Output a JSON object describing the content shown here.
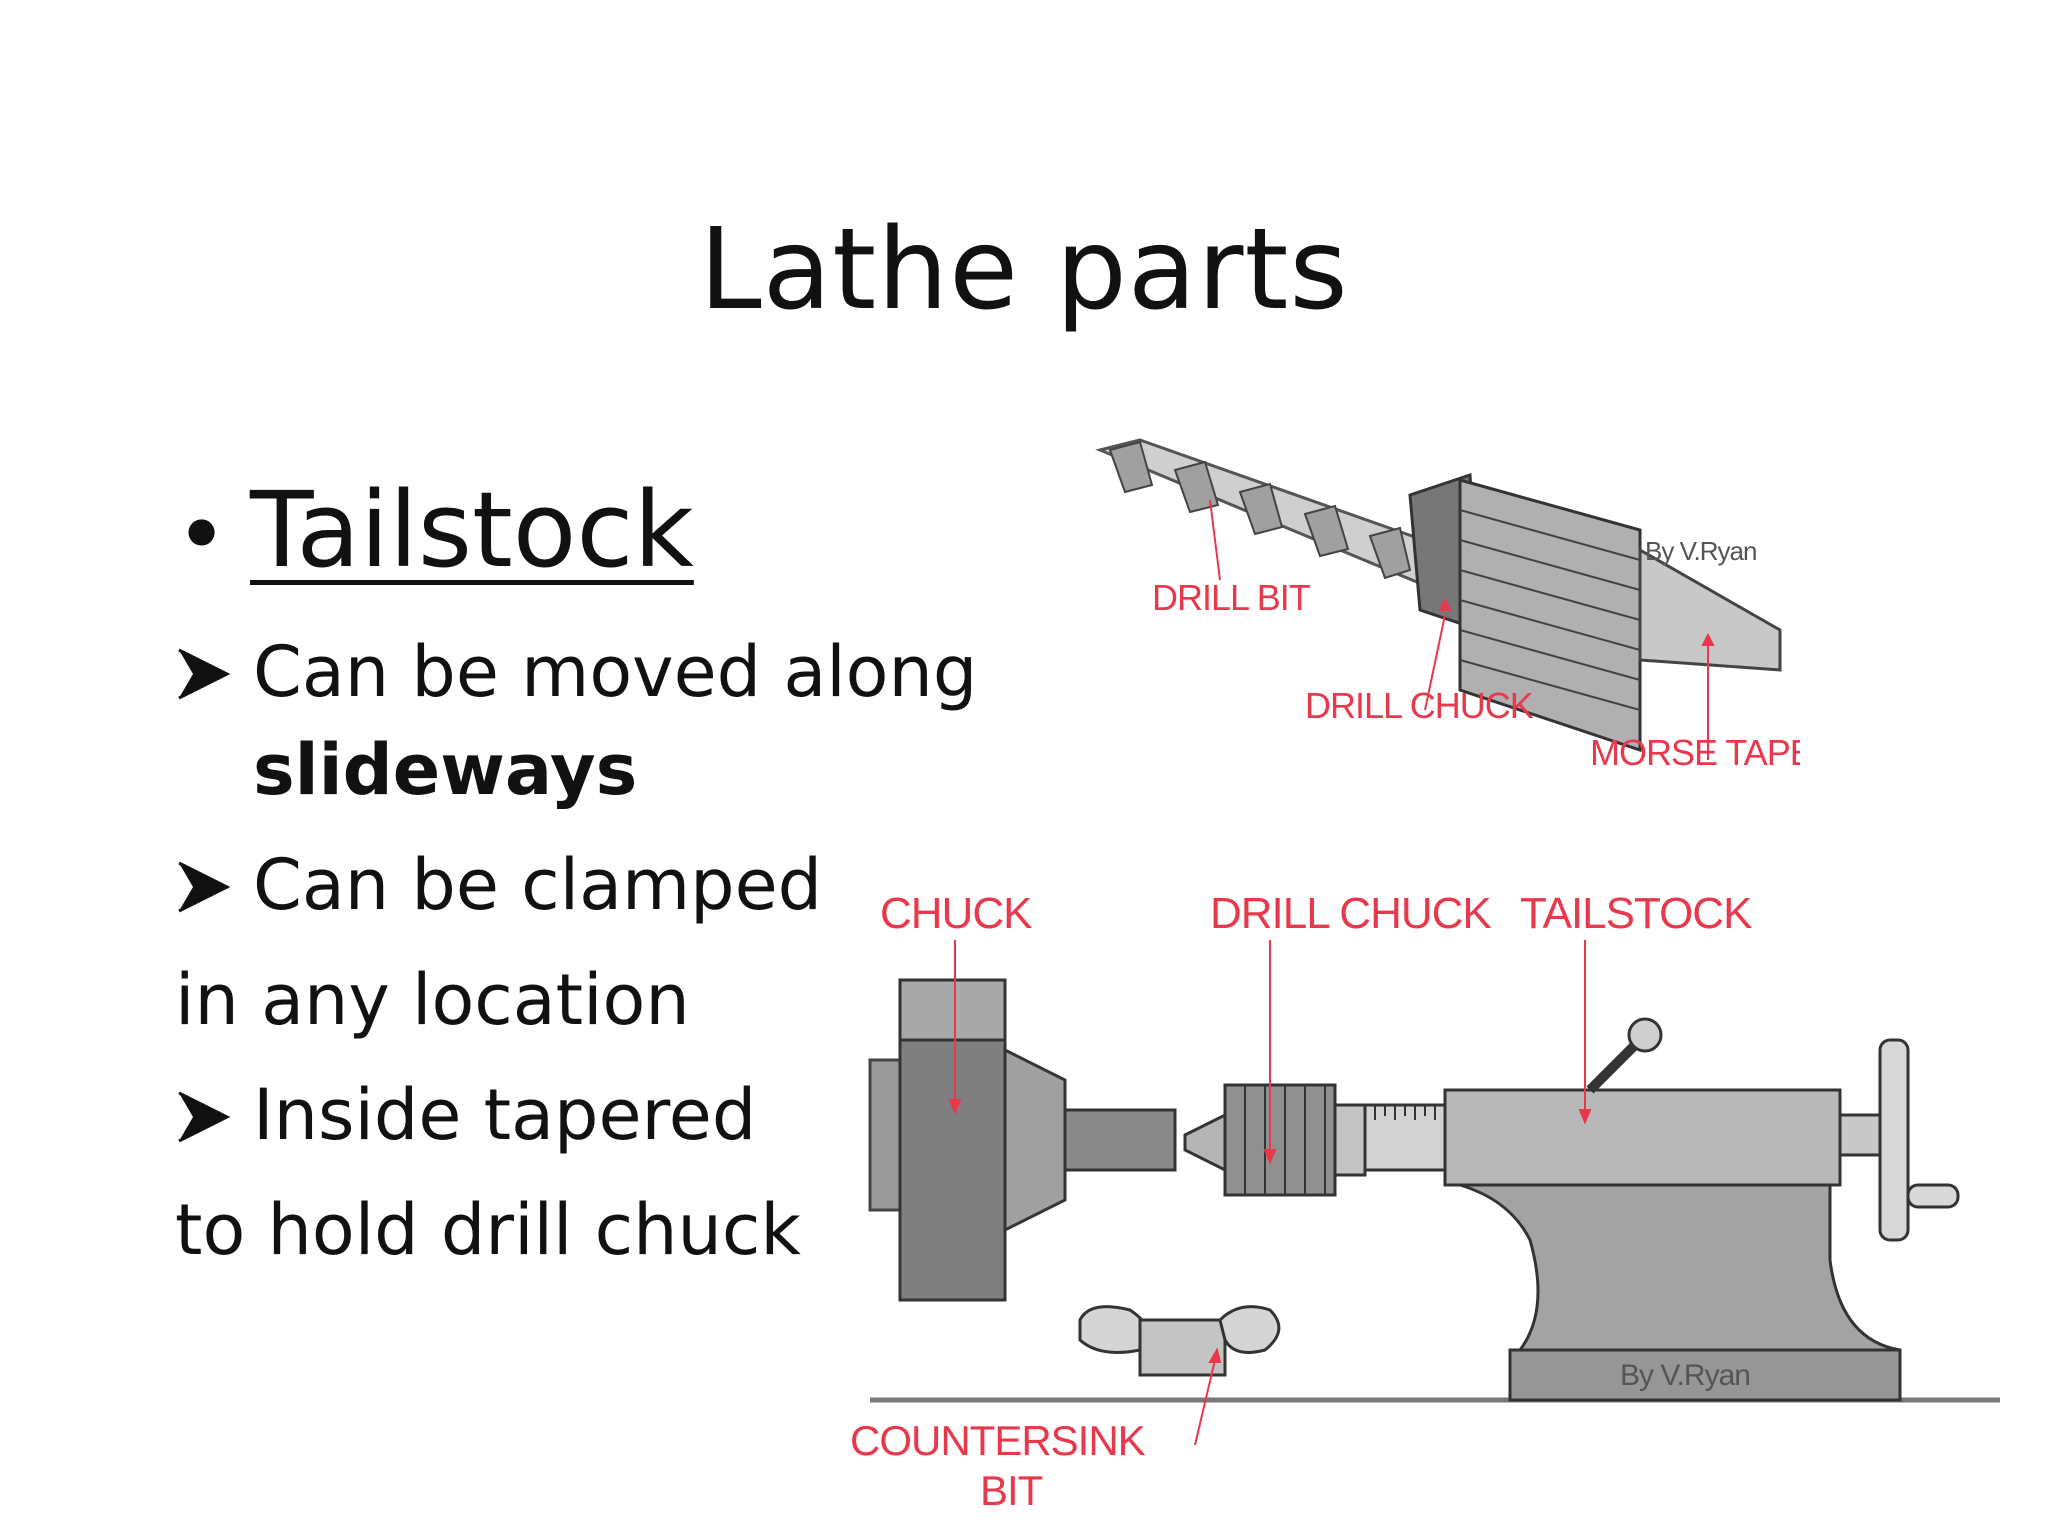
{
  "slide": {
    "title": "Lathe parts",
    "bullet": "Tailstock",
    "points": [
      {
        "text": "Can be moved along",
        "bold": "slideways"
      },
      {
        "text": "Can be clamped",
        "cont": "in any location"
      },
      {
        "text": "Inside tapered",
        "cont": "to hold drill chuck"
      }
    ]
  },
  "figure_top": {
    "labels": {
      "drill_bit": "DRILL BIT",
      "drill_chuck": "DRILL CHUCK",
      "morse_taper": "MORSE TAPER"
    },
    "credit": "By V.Ryan"
  },
  "figure_bottom": {
    "labels": {
      "chuck": "CHUCK",
      "drill_chuck": "DRILL CHUCK",
      "tailstock": "TAILSTOCK",
      "countersink_1": "COUNTERSINK",
      "countersink_2": "BIT"
    },
    "credit": "By V.Ryan"
  },
  "colors": {
    "label": "#e8384b",
    "metal_dark": "#7d7d7d",
    "metal_mid": "#a8a8a8",
    "metal_light": "#d0d0d0"
  }
}
